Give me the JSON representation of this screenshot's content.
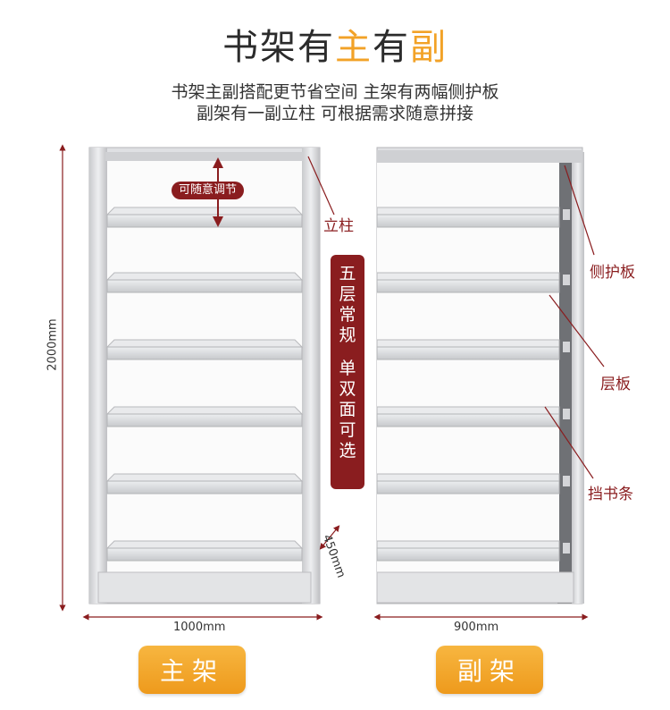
{
  "title": {
    "pre": "书架有",
    "accent1": "主",
    "mid": "有",
    "accent2": "副"
  },
  "subtitle": {
    "line1": "书架主副搭配更节省空间 主架有两幅侧护板",
    "line2": "副架有一副立柱 可根据需求随意拼接"
  },
  "badge": "可随意调节",
  "banner": {
    "chars1": [
      "五",
      "层",
      "常",
      "规"
    ],
    "chars2": [
      "单",
      "双",
      "面",
      "可",
      "选"
    ]
  },
  "labels": {
    "column": "立柱",
    "side_panel": "侧护板",
    "shelf": "层板",
    "book_stop": "挡书条"
  },
  "dimensions": {
    "height": "2000mm",
    "width_main": "1000mm",
    "width_sub": "900mm",
    "depth": "450mm"
  },
  "buttons": {
    "main": "主架",
    "sub": "副架"
  },
  "colors": {
    "accent": "#f2a227",
    "dark_red": "#8a1d1f",
    "steel": "#d8d9dc"
  }
}
